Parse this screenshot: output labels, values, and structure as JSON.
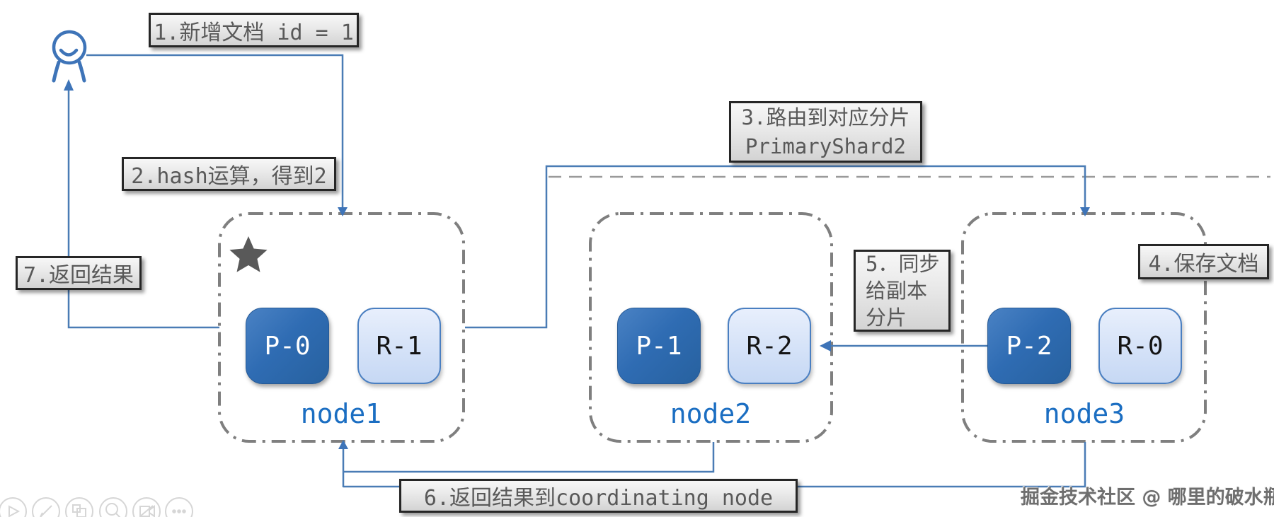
{
  "steps": {
    "s1": {
      "text": "1.新增文档 id = 1"
    },
    "s2": {
      "text": "2.hash运算，得到2"
    },
    "s3": {
      "line1": "3.路由到对应分片",
      "line2": "PrimaryShard2"
    },
    "s4": {
      "text": "4.保存文档"
    },
    "s5": {
      "line1": "5．同步",
      "line2": "给副本",
      "line3": "分片"
    },
    "s6": {
      "text": "6.返回结果到coordinating node"
    },
    "s7": {
      "text": "7.返回结果"
    }
  },
  "nodes": [
    {
      "name": "node1",
      "starred": true,
      "shards": [
        {
          "label": "P-0",
          "type": "primary"
        },
        {
          "label": "R-1",
          "type": "replica"
        }
      ]
    },
    {
      "name": "node2",
      "starred": false,
      "shards": [
        {
          "label": "P-1",
          "type": "primary"
        },
        {
          "label": "R-2",
          "type": "replica"
        }
      ]
    },
    {
      "name": "node3",
      "starred": false,
      "shards": [
        {
          "label": "P-2",
          "type": "primary"
        },
        {
          "label": "R-0",
          "type": "replica"
        }
      ]
    }
  ],
  "watermark": "掘金技术社区 @ 哪里的破水瓶",
  "toolbar_icons": [
    "play-icon",
    "pencil-icon",
    "grid-icon",
    "magnifier-icon",
    "no-video-icon",
    "more-icon"
  ],
  "colors": {
    "primary_shard": "#2f6cb3",
    "replica_shard": "#d6e3f8",
    "replica_border": "#4a7fc1",
    "connector": "#4a7cb5",
    "node_border": "#7f7f7f",
    "node_label": "#1b6ec2",
    "label_text": "#595959",
    "star": "#595959"
  }
}
